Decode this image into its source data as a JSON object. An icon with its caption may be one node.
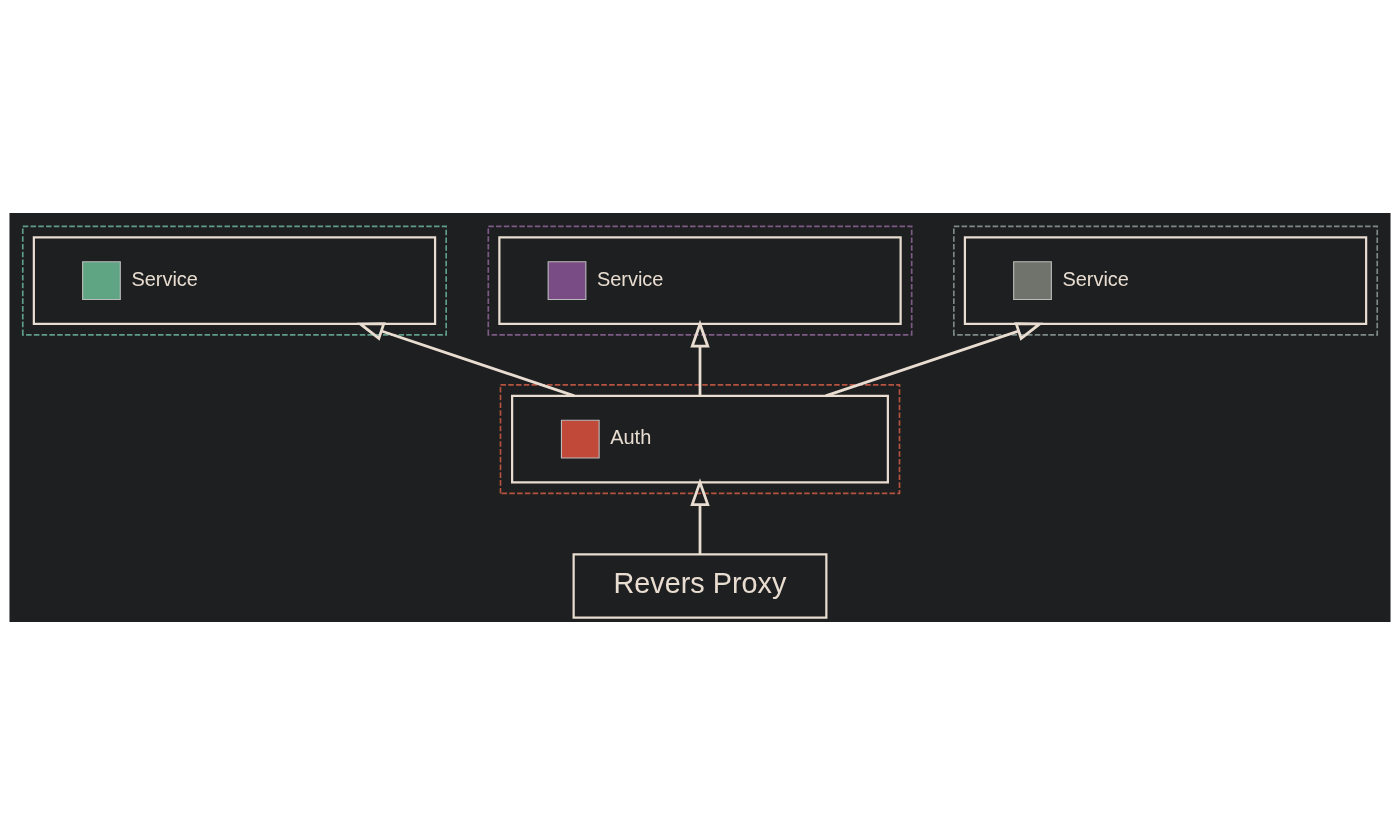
{
  "diagram": {
    "nodes": [
      {
        "text": [],
        "shape": "box"
      },
      {
        "text": [
          "Service"
        ],
        "in": 0
      },
      {
        "text": [],
        "shape": "box"
      },
      {
        "text": [
          "Service"
        ],
        "in": 2
      },
      {
        "text": [],
        "shape": "box"
      },
      {
        "text": [
          "Service"
        ],
        "in": 4
      },
      {
        "text": [],
        "shape": "box"
      },
      {
        "text": [
          "Auth"
        ],
        "in": 6
      },
      {
        "text": [
          "Revers Proxy"
        ]
      }
    ],
    "edges": [
      {
        "from": 8,
        "to": 7,
        "arrow": "to"
      },
      {
        "from": 7,
        "to": 1,
        "arrow": "to"
      },
      {
        "from": 7,
        "to": 3,
        "arrow": "to"
      },
      {
        "from": 7,
        "to": 5,
        "arrow": "to"
      }
    ]
  }
}
